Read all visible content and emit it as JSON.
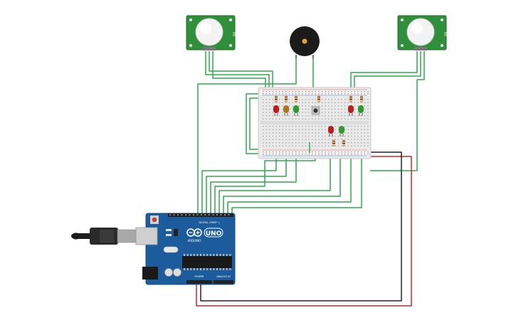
{
  "arduino": {
    "uno_label": "UNO",
    "arduino_text": "ARDUINO",
    "digital_label": "DIGITAL (PWM~)",
    "power_label": "POWER",
    "analog_label": "ANALOG IN"
  },
  "pir_label": "PIR",
  "colors": {
    "wire_green": "#2fa84f",
    "wire_red": "#d0262a",
    "wire_black": "#222222",
    "board_blue": "#1c5c9c",
    "pir_green": "#2f8f3a",
    "breadboard": "#e9e9e9",
    "led_red": "#b51f1f",
    "led_orange": "#a9761e",
    "led_green": "#2e9a2e"
  }
}
